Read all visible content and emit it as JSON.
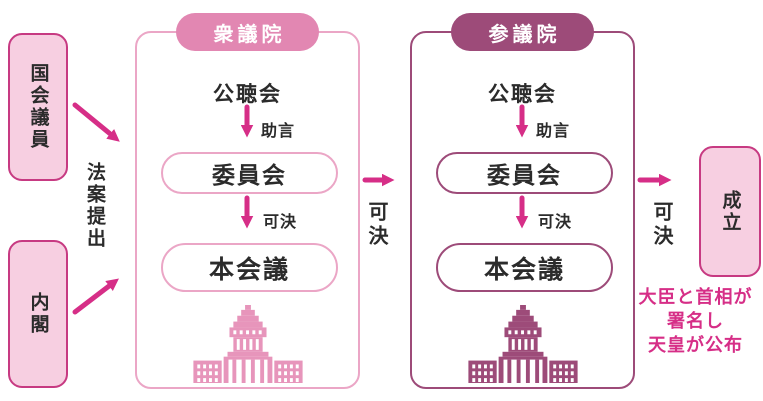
{
  "palette": {
    "arrow_magenta": "#d62e87",
    "source_box_fill": "#f7cfe1",
    "source_box_border": "#c73a82",
    "lower_house_pink": "#e287b2",
    "lower_house_light_border": "#eba6c6",
    "lower_house_building_pink": "#e795bb",
    "upper_house_plum": "#9d4b79",
    "note_text_magenta": "#d62e87",
    "text_dark": "#2b2b2b"
  },
  "sources": {
    "diet_member_label": "国会議員",
    "cabinet_label": "内閣",
    "submit_label": "法案提出"
  },
  "houses": [
    {
      "title": "衆議院",
      "public_hearing": "公聴会",
      "advice_label": "助言",
      "committee": "委員会",
      "pass_label": "可決",
      "plenary": "本会議",
      "building_icon": "diet-building-icon"
    },
    {
      "title": "参議院",
      "public_hearing": "公聴会",
      "advice_label": "助言",
      "committee": "委員会",
      "pass_label": "可決",
      "plenary": "本会議",
      "building_icon": "diet-building-icon"
    }
  ],
  "flow": {
    "pass_after_lower_house": "可決",
    "pass_after_upper_house": "可決"
  },
  "result": {
    "enacted_label": "成立",
    "note_lines": [
      "大臣と首相が",
      "署名し",
      "天皇が公布"
    ]
  }
}
